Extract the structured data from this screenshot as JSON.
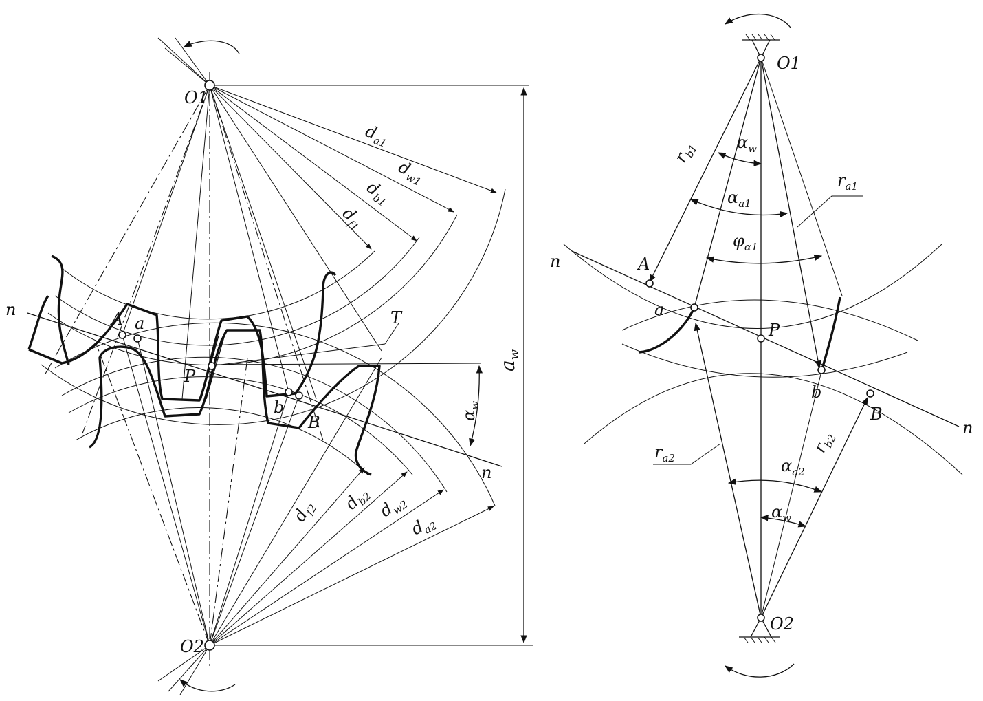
{
  "left_figure": {
    "centers": {
      "o1": "O1",
      "o2": "O2"
    },
    "points": {
      "A": "A",
      "a": "a",
      "P": "P",
      "b": "b",
      "B": "B",
      "T": "T"
    },
    "line_n_top": "n",
    "line_n_bottom": "n",
    "gear1_diameters": [
      {
        "main": "d",
        "sub": "a1"
      },
      {
        "main": "d",
        "sub": "w1"
      },
      {
        "main": "d",
        "sub": "b1"
      },
      {
        "main": "d",
        "sub": "f1"
      }
    ],
    "gear2_diameters": [
      {
        "main": "d",
        "sub": "f2"
      },
      {
        "main": "d",
        "sub": "b2"
      },
      {
        "main": "d",
        "sub": "w2"
      },
      {
        "main": "d",
        "sub": "a2"
      }
    ],
    "center_distance": {
      "main": "a",
      "sub": "w"
    },
    "pressure_angle": {
      "main": "α",
      "sub": "w"
    }
  },
  "right_figure": {
    "centers": {
      "o1": "O1",
      "o2": "O2"
    },
    "points": {
      "A": "A",
      "a": "a",
      "P": "P",
      "b": "b",
      "B": "B"
    },
    "line_n_left": "n",
    "line_n_right": "n",
    "r_b1": {
      "main": "r",
      "sub": "b1"
    },
    "r_a1": {
      "main": "r",
      "sub": "a1"
    },
    "r_a2": {
      "main": "r",
      "sub": "a2"
    },
    "r_b2": {
      "main": "r",
      "sub": "b2"
    },
    "alpha_w_top": {
      "main": "α",
      "sub": "w"
    },
    "alpha_a1": {
      "main": "α",
      "sub": "a1"
    },
    "phi_a1": {
      "main": "φ",
      "sub": "α1"
    },
    "alpha_a2": {
      "main": "α",
      "sub": "a2"
    },
    "alpha_w_bottom": {
      "main": "α",
      "sub": "w"
    }
  }
}
